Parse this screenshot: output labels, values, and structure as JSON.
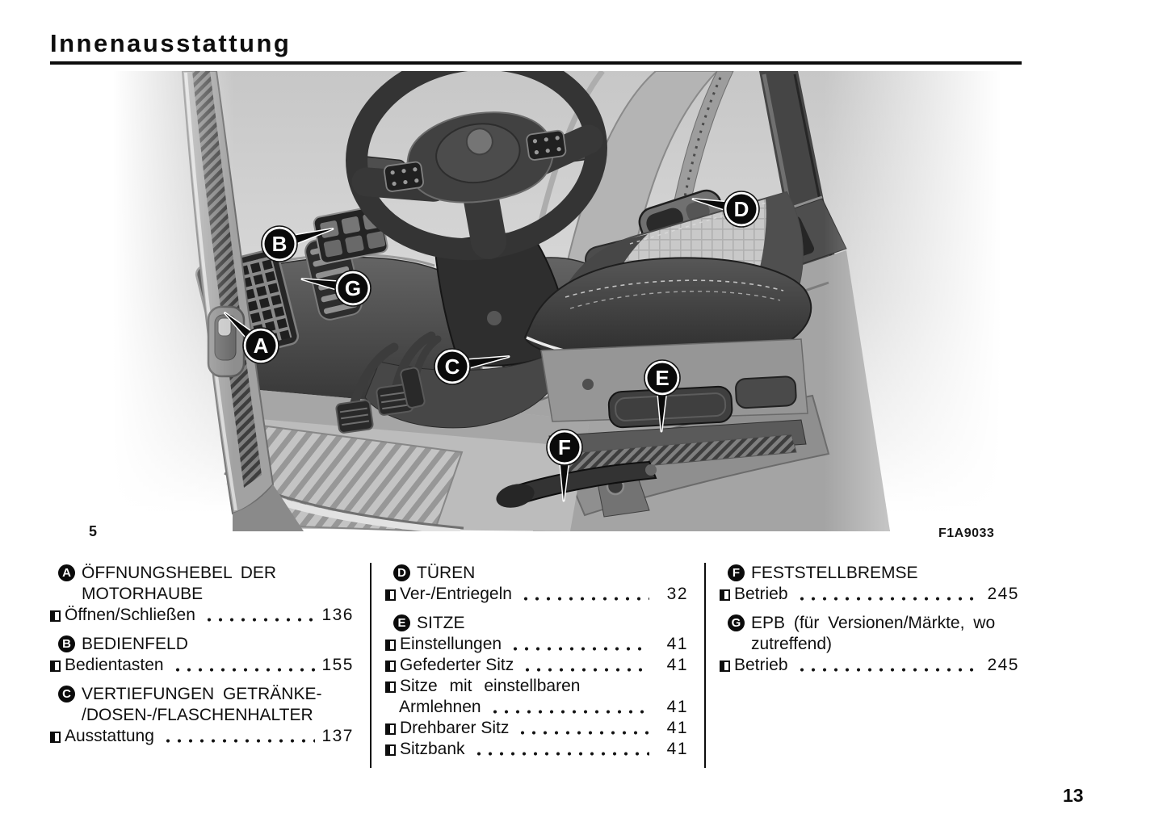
{
  "page": {
    "title": "Innenausstattung",
    "page_number": "13"
  },
  "figure": {
    "number": "5",
    "code": "F1A9033",
    "callouts": [
      "A",
      "B",
      "C",
      "D",
      "E",
      "F",
      "G"
    ]
  },
  "index": {
    "columns": [
      {
        "sections": [
          {
            "letter": "A",
            "title_lines": [
              "ÖFFNUNGSHEBEL DER",
              "MOTORHAUBE"
            ],
            "items": [
              {
                "label": "Öffnen/Schließen",
                "page": "136"
              }
            ]
          },
          {
            "letter": "B",
            "title_lines": [
              "BEDIENFELD"
            ],
            "items": [
              {
                "label": "Bedientasten",
                "page": "155"
              }
            ]
          },
          {
            "letter": "C",
            "title_lines": [
              "VERTIEFUNGEN GETRÄNKE-",
              "/DOSEN-/FLASCHENHALTER"
            ],
            "items": [
              {
                "label": "Ausstattung",
                "page": "137"
              }
            ]
          }
        ]
      },
      {
        "sections": [
          {
            "letter": "D",
            "title_lines": [
              "TÜREN"
            ],
            "items": [
              {
                "label": "Ver-/Entriegeln",
                "page": "32"
              }
            ]
          },
          {
            "letter": "E",
            "title_lines": [
              "SITZE"
            ],
            "items": [
              {
                "label": "Einstellungen",
                "page": "41"
              },
              {
                "label": "Gefederter Sitz",
                "page": "41"
              },
              {
                "label_lines": [
                  "Sitze mit einstellbaren",
                  "Armlehnen"
                ],
                "page": "41"
              },
              {
                "label": "Drehbarer Sitz",
                "page": "41"
              },
              {
                "label": "Sitzbank",
                "page": "41"
              }
            ]
          }
        ]
      },
      {
        "sections": [
          {
            "letter": "F",
            "title_lines": [
              "FESTSTELLBREMSE"
            ],
            "items": [
              {
                "label": "Betrieb",
                "page": "245"
              }
            ]
          },
          {
            "letter": "G",
            "title_lines": [
              "EPB (für Versionen/Märkte, wo",
              "zutreffend)"
            ],
            "items": [
              {
                "label": "Betrieb",
                "page": "245"
              }
            ]
          }
        ]
      }
    ]
  }
}
